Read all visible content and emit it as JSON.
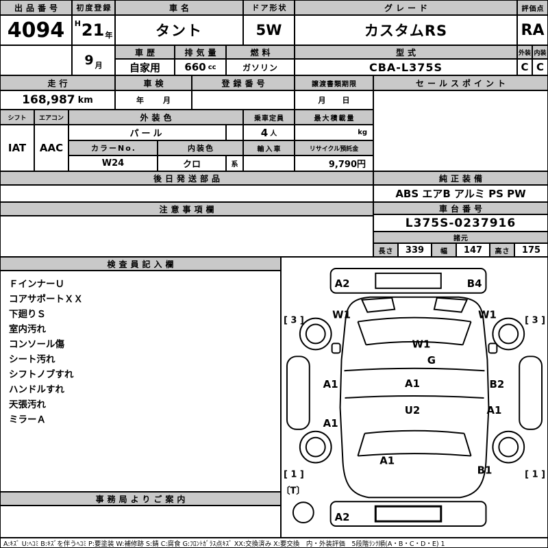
{
  "header": {
    "auction_no_label": "出品番号",
    "auction_no": "4094",
    "first_reg_label": "初度登録",
    "era": "H",
    "reg_year": "21",
    "year_suffix": "年",
    "reg_month": "9",
    "month_suffix": "月",
    "car_name_label": "車名",
    "car_name": "タント",
    "door_label": "ドア形状",
    "door": "5W",
    "grade_label": "グレード",
    "grade": "カスタムRS",
    "score_label": "評価点",
    "score": "RA",
    "history_label": "車歴",
    "history": "自家用",
    "displacement_label": "排気量",
    "displacement": "660",
    "displacement_unit": "cc",
    "fuel_label": "燃料",
    "fuel": "ガソリン",
    "model_label": "型式",
    "model_code": "CBA-L375S",
    "exterior_label": "外装",
    "interior_label": "内装",
    "exterior_grade": "C",
    "interior_grade": "C"
  },
  "registration": {
    "mileage_label": "走行",
    "mileage": "168,987",
    "mileage_unit": "km",
    "inspection_label": "車検",
    "inspection_year": "年",
    "inspection_month": "月",
    "reg_no_label": "登録番号",
    "deadline_label": "譲渡書類期限",
    "deadline_month": "月",
    "deadline_day": "日",
    "sales_point_label": "セールスポイント"
  },
  "equipment": {
    "shift_label": "シフト",
    "shift": "IAT",
    "aircon_label": "エアコン",
    "aircon": "AAC",
    "ext_color_label": "外装色",
    "ext_color": "パール",
    "capacity_label": "乗車定員",
    "capacity": "4",
    "capacity_unit": "人",
    "max_load_label": "最大積載量",
    "max_load_unit": "kg",
    "color_no_label": "カラーNo.",
    "color_no": "W24",
    "int_color_label": "内装色",
    "int_color": "クロ",
    "int_color_suffix": "系",
    "import_label": "輸入車",
    "recycle_label": "リサイクル預託金",
    "recycle_fee": "9,790円"
  },
  "parts": {
    "later_parts_label": "後日発送部品",
    "genuine_label": "純正装備",
    "genuine_equipment": "ABS エアB アルミ PS PW"
  },
  "notes": {
    "caution_label": "注意事項欄",
    "chassis_label": "車台番号",
    "chassis_no": "L375S-0237916",
    "spec_label": "諸元",
    "length_label": "長さ",
    "length": "339",
    "width_label": "幅",
    "width": "147",
    "height_label": "高さ",
    "height": "175"
  },
  "inspection_notes": {
    "label": "検査員記入欄",
    "lines": [
      "ＦインナーＵ",
      "コアサポートＸＸ",
      "下廻りＳ",
      "室内汚れ",
      "コンソール傷",
      "シート汚れ",
      "シフトノブすれ",
      "ハンドルすれ",
      "天張汚れ",
      "ミラーＡ"
    ]
  },
  "office": {
    "label": "事務局よりご案内"
  },
  "diagram": {
    "a2_front": "A2",
    "b4_front_right": "B4",
    "bracket_front_left": "[ 3 ]",
    "bracket_front_right": "[ 3 ]",
    "w1_fender_left": "W1",
    "w1_fender_right": "W1",
    "w1_windshield": "W1",
    "g_glass": "G",
    "a1_roof": "A1",
    "u2_roof": "U2",
    "a1_side_left_front": "A1",
    "a1_side_left_rear": "A1",
    "b2_side_right": "B2",
    "a1_side_right_rear": "A1",
    "a1_rear": "A1",
    "b1_rear_right": "B1",
    "bracket_rear_left": "[ 1 ]",
    "bracket_rear_right": "[ 1 ]",
    "t_mark": "〔T〕",
    "a2_rear": "A2"
  },
  "legend": "A:ｷｽﾞ U:ﾍｺﾐ B:ｷｽﾞを伴うﾍｺﾐ P:要塗装 W:補修跡 S:錆 C:腐食 G:ﾌﾛﾝﾄｶﾞﾗｽ点ｷｽﾞ XX:交換済み X:要交換　内・外装評価　5段階ﾗﾝｸ順(A・B・C・D・E) 1"
}
